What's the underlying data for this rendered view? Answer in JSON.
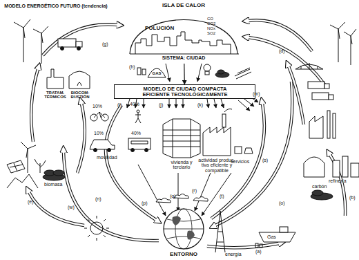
{
  "diagram": {
    "nodes": [
      {
        "text": [
          "ISLA DE CALOR",
          "POLUCIÓN",
          "SISTEMA: CIUDAD"
        ]
      },
      {
        "text": [
          "MODELO DE CIUDAD COMPACTA EFICIENTE TECNOLÓGICAMENTE"
        ]
      },
      {
        "text": [
          "ENTORNO"
        ]
      }
    ],
    "edges": [
      {
        "from": 0,
        "to": 1,
        "arrow": "to",
        "label": "(h)"
      }
    ],
    "labels": [
      "MODELO ENERGÉTICO FUTURO (tendencia)",
      "CO",
      "CO2",
      "NOx",
      "SO2",
      "(g)",
      "(d)",
      "GAS",
      "(i)",
      "(j)",
      "(k)",
      "(m)",
      "10%",
      "40%",
      "10%",
      "40%",
      "movilidad",
      "vivienda y terciario",
      "actividad produc- tiva eficiente y compatible",
      "servicios",
      "TRATAM. TÉRMICOS",
      "BIOCOM- BUSTIÓN",
      "biomasa",
      "(e)",
      "(w)",
      "(n)",
      "(p)",
      "(q)",
      "(r)",
      "(t)",
      "(s)",
      "(o)",
      "carbón",
      "Gas",
      "(a)",
      "energía",
      "(b)",
      "refinería"
    ]
  }
}
